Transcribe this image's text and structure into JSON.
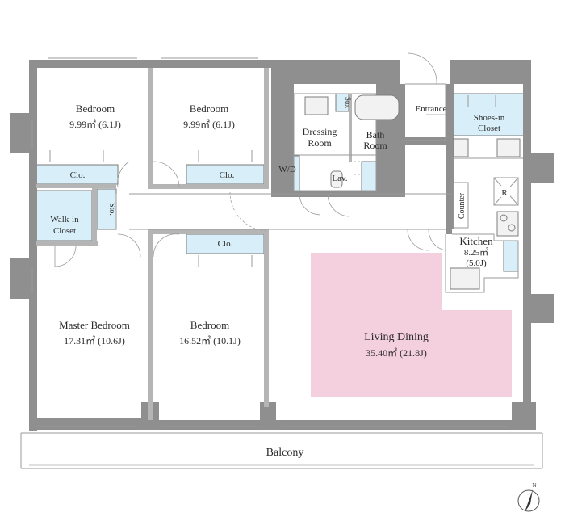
{
  "rooms": {
    "bedroom_nw": {
      "name": "Bedroom",
      "area": "9.99㎡ (6.1J)"
    },
    "bedroom_n": {
      "name": "Bedroom",
      "area": "9.99㎡ (6.1J)"
    },
    "master": {
      "name": "Master Bedroom",
      "area": "17.31㎡ (10.6J)"
    },
    "bedroom_s": {
      "name": "Bedroom",
      "area": "16.52㎡ (10.1J)"
    },
    "living": {
      "name": "Living Dining",
      "area": "35.40㎡ (21.8J)"
    },
    "kitchen": {
      "name": "Kitchen",
      "area": "8.25㎡",
      "tatami": "(5.0J)"
    },
    "dressing": {
      "line1": "Dressing",
      "line2": "Room"
    },
    "bath": {
      "line1": "Bath",
      "line2": "Room"
    },
    "shoes": {
      "line1": "Shoes-in",
      "line2": "Closet"
    },
    "walkin": {
      "line1": "Walk-in",
      "line2": "Closet"
    }
  },
  "labels": {
    "closet": "Clo.",
    "storage": "Sto.",
    "washer": "W/D",
    "lavatory": "Lav.",
    "entrance": "Entrance",
    "counter": "Counter",
    "refrigerator": "R",
    "balcony": "Balcony",
    "north": "N"
  }
}
